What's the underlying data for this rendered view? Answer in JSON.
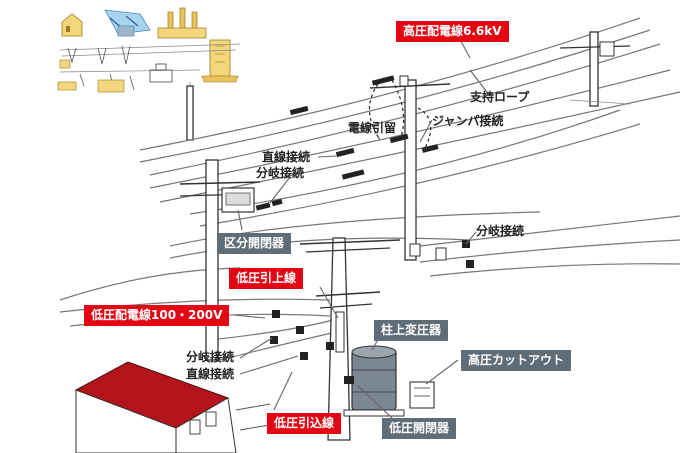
{
  "labels": {
    "hv_line": "高圧配電線6.6kV",
    "support_rope": "支持ロープ",
    "jumper": "ジャンパ接続",
    "wire_anchor": "電線引留",
    "straight_joint_top": "直線接続",
    "branch_joint_left": "分岐接続",
    "section_switch": "区分開閉器",
    "branch_joint_right": "分岐接続",
    "lv_riser": "低圧引上線",
    "lv_line": "低圧配電線100・200V",
    "branch_joint_bottom": "分岐接続",
    "straight_joint_bottom": "直線接続",
    "pole_transformer": "柱上変圧器",
    "hv_cutout": "高圧カットアウト",
    "lv_service_drop": "低圧引込線",
    "lv_switch": "低圧開閉器"
  },
  "colors": {
    "red_tag": "#e30613",
    "gray_tag": "#5f6d79",
    "house_roof": "#b3141b",
    "inset_yellow": "#f3d77a"
  },
  "icons": [
    "house-icon",
    "factory-icon",
    "power-plant-icon",
    "substation-icon",
    "building-icon"
  ]
}
